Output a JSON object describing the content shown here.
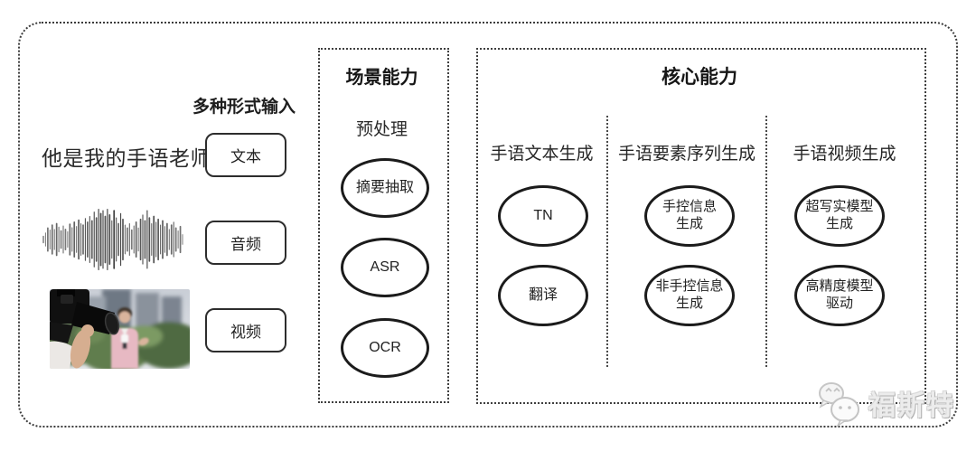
{
  "input": {
    "label": "多种形式输入",
    "text_sample": "他是我的手语老师",
    "buttons": {
      "text": "文本",
      "audio": "音频",
      "video": "视频"
    }
  },
  "scene": {
    "title": "场景能力",
    "subtitle": "预处理",
    "nodes": [
      "摘要抽取",
      "ASR",
      "OCR"
    ]
  },
  "core": {
    "title": "核心能力",
    "columns": [
      {
        "header": "手语文本生成",
        "nodes": [
          "TN",
          "翻译"
        ]
      },
      {
        "header": "手语要素序列生成",
        "nodes": [
          "手控信息\n生成",
          "非手控信息\n生成"
        ]
      },
      {
        "header": "手语视频生成",
        "nodes": [
          "超写实模型\n生成",
          "高精度模型\n驱动"
        ]
      }
    ]
  },
  "watermark": {
    "text": "福斯特",
    "logo": "chat-bubbles-icon"
  },
  "colors": {
    "line": "#1b1b1b",
    "dotted_border": "#3c3c3c",
    "text": "#222222",
    "watermark_gray": "#c8c8c8"
  },
  "waveform": {
    "amplitudes": [
      0.06,
      0.18,
      0.35,
      0.28,
      0.45,
      0.3,
      0.5,
      0.38,
      0.25,
      0.42,
      0.3,
      0.22,
      0.48,
      0.36,
      0.55,
      0.4,
      0.62,
      0.5,
      0.45,
      0.68,
      0.55,
      0.75,
      0.6,
      0.9,
      0.7,
      1.0,
      0.85,
      0.95,
      0.75,
      1.0,
      0.8,
      0.6,
      0.95,
      0.7,
      0.5,
      0.85,
      0.65,
      0.45,
      0.35,
      0.5,
      0.28,
      0.42,
      0.55,
      0.35,
      0.65,
      0.8,
      0.6,
      0.95,
      0.7,
      0.5,
      0.75,
      0.55,
      0.65,
      0.45,
      0.6,
      0.4,
      0.5,
      0.3,
      0.45,
      0.55,
      0.35,
      0.25,
      0.4,
      0.12
    ]
  }
}
